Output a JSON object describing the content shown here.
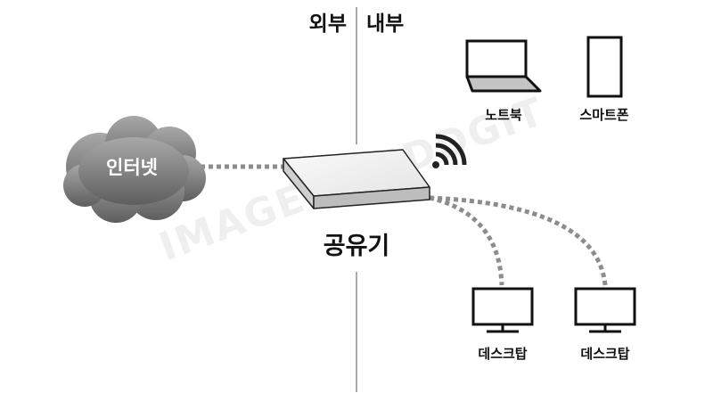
{
  "zones": {
    "outside": "외부",
    "inside": "내부"
  },
  "internet": {
    "label": "인터넷"
  },
  "router": {
    "label": "공유기",
    "icon": "router-icon",
    "wifi_icon": "wifi-icon"
  },
  "devices": {
    "laptop": {
      "label": "노트북",
      "icon": "laptop-icon"
    },
    "smartphone": {
      "label": "스마트폰",
      "icon": "smartphone-icon"
    },
    "desktop_1": {
      "label": "데스크탑",
      "icon": "monitor-icon"
    },
    "desktop_2": {
      "label": "데스크탑",
      "icon": "monitor-icon"
    }
  },
  "watermark": {
    "text": "IMAGE BY IDDGIT"
  },
  "colors": {
    "cloud_light": "#a8a8a8",
    "cloud_dark": "#5e5e5e",
    "line": "#8c8c8c",
    "divider": "#aaaaaa",
    "ink": "#111111"
  }
}
